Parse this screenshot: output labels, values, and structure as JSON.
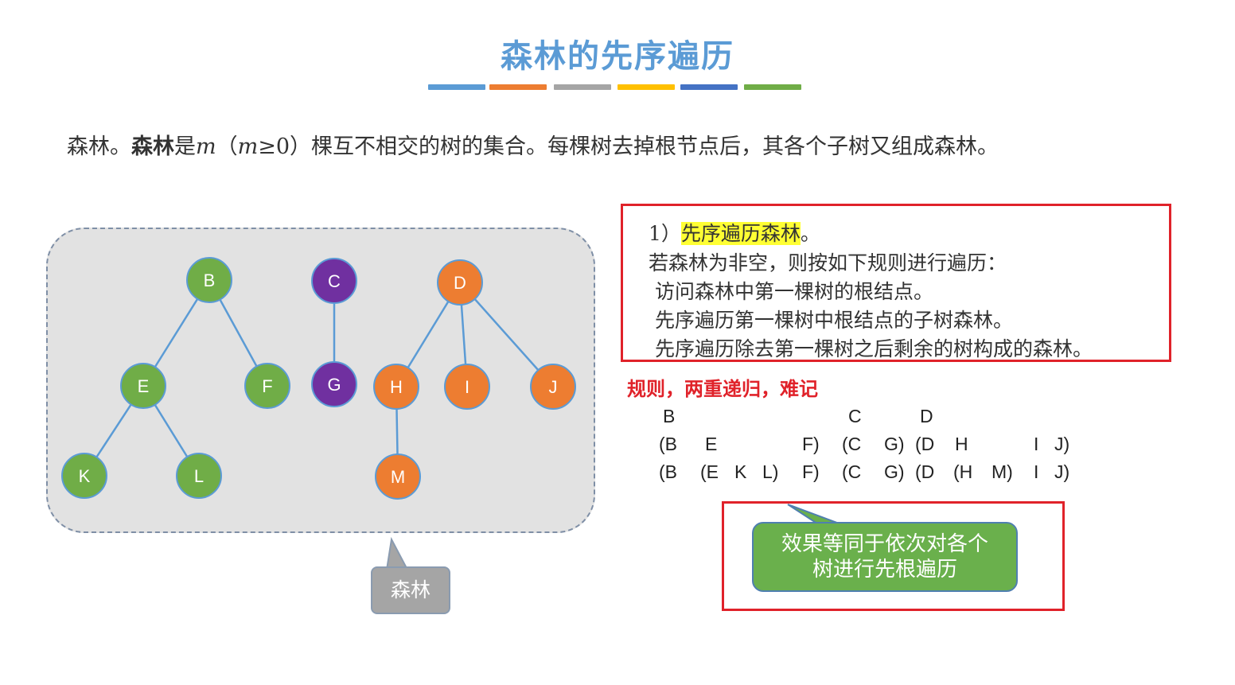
{
  "slide": {
    "title": "森林的先序遍历",
    "title_color": "#5b9bd5",
    "color_bar": [
      "#5b9bd5",
      "#ed7d31",
      "#a5a5a5",
      "#ffc000",
      "#4472c4",
      "#70ad47"
    ]
  },
  "definition": {
    "part1": "森林。",
    "bold": "森林",
    "part2": "是",
    "m": "m",
    "paren_open": "（",
    "m2": "m",
    "cond": "≥0）棵互不相交的树的集合。每棵树去掉根节点后，其各个子树又组成森林。"
  },
  "forest": {
    "nodes": [
      {
        "id": "B",
        "label": "B",
        "color": "#70ad47"
      },
      {
        "id": "E",
        "label": "E",
        "color": "#70ad47"
      },
      {
        "id": "F",
        "label": "F",
        "color": "#70ad47"
      },
      {
        "id": "K",
        "label": "K",
        "color": "#70ad47"
      },
      {
        "id": "L",
        "label": "L",
        "color": "#70ad47"
      },
      {
        "id": "C",
        "label": "C",
        "color": "#7030a0"
      },
      {
        "id": "G",
        "label": "G",
        "color": "#7030a0"
      },
      {
        "id": "D",
        "label": "D",
        "color": "#ed7d31"
      },
      {
        "id": "H",
        "label": "H",
        "color": "#ed7d31"
      },
      {
        "id": "I",
        "label": "I",
        "color": "#ed7d31"
      },
      {
        "id": "J",
        "label": "J",
        "color": "#ed7d31"
      },
      {
        "id": "M",
        "label": "M",
        "color": "#ed7d31"
      }
    ],
    "edges": [
      [
        "B",
        "E"
      ],
      [
        "B",
        "F"
      ],
      [
        "E",
        "K"
      ],
      [
        "E",
        "L"
      ],
      [
        "C",
        "G"
      ],
      [
        "D",
        "H"
      ],
      [
        "D",
        "I"
      ],
      [
        "D",
        "J"
      ],
      [
        "H",
        "M"
      ]
    ],
    "edge_color": "#5b9bd5",
    "callout": "森林"
  },
  "rules": {
    "line1_prefix": "1）",
    "line1_highlight": "先序遍历森林",
    "line1_suffix": "。",
    "line2": "若森林为非空，则按如下规则进行遍历：",
    "line3": "访问森林中第一棵树的根结点。",
    "line4": "先序遍历第一棵树中根结点的子树森林。",
    "line5": "先序遍历除去第一棵树之后剩余的树构成的森林。"
  },
  "note": "规则，两重递归，难记",
  "sequence": {
    "row1": [
      "B",
      "C",
      "D"
    ],
    "row2": [
      "(B",
      "E",
      "F)",
      "(C",
      "G)",
      "(D",
      "H",
      "I",
      "J)"
    ],
    "row3": [
      "(B",
      "(E",
      "K",
      "L)",
      "F)",
      "(C",
      "G)",
      "(D",
      "(H",
      "M)",
      "I",
      "J)"
    ]
  },
  "effect": {
    "line1": "效果等同于依次对各个",
    "line2": "树进行先根遍历"
  }
}
